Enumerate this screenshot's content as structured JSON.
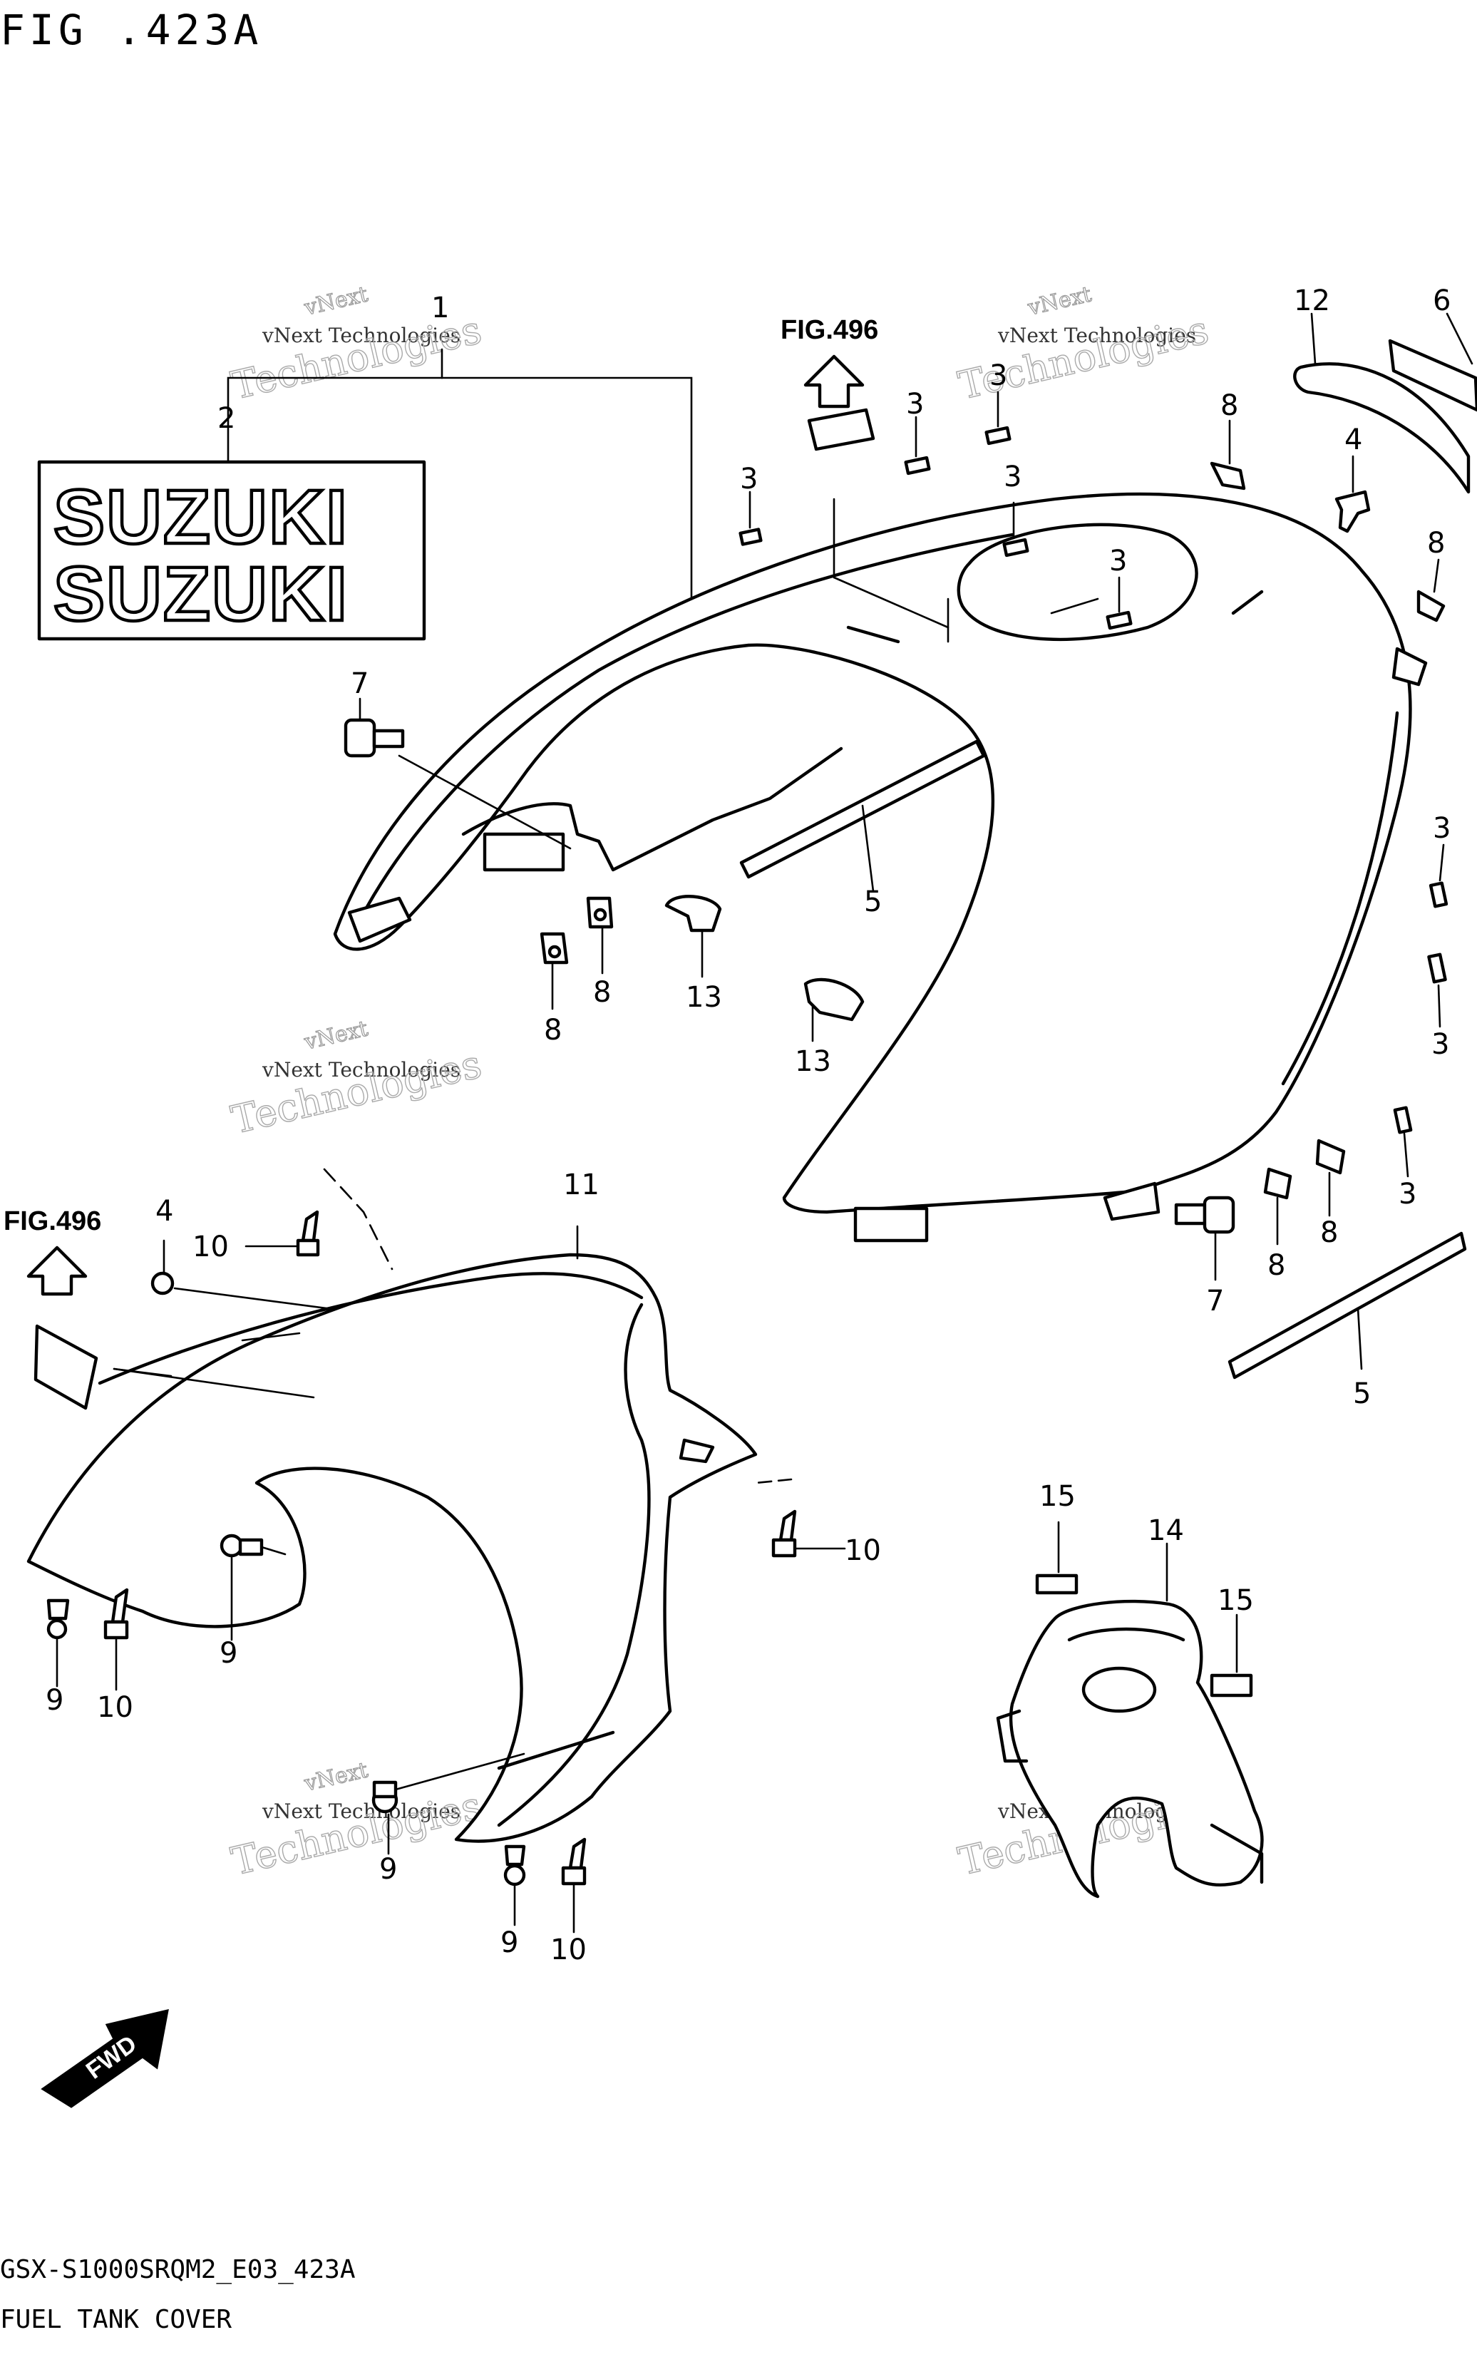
{
  "figure": {
    "title": "FIG .423A",
    "model_code": "GSX-S1000SRQM2_E03_423A",
    "caption": "FUEL TANK COVER"
  },
  "references": {
    "fig_496_top": "FIG.496",
    "fig_496_left": "FIG.496"
  },
  "decal": {
    "line_1": "SUZUKI",
    "line_2": "SUZUKI"
  },
  "direction": {
    "label": "FWD"
  },
  "watermark": {
    "brand_top": "vNext",
    "brand_line": "vNext Technologies",
    "brand_big": "Technologies"
  },
  "callouts": [
    {
      "id": "c1",
      "number": "1"
    },
    {
      "id": "c2",
      "number": "2"
    },
    {
      "id": "c3a",
      "number": "3"
    },
    {
      "id": "c3b",
      "number": "3"
    },
    {
      "id": "c3c",
      "number": "3"
    },
    {
      "id": "c3d",
      "number": "3"
    },
    {
      "id": "c3e",
      "number": "3"
    },
    {
      "id": "c3f",
      "number": "3"
    },
    {
      "id": "c3g",
      "number": "3"
    },
    {
      "id": "c3h",
      "number": "3"
    },
    {
      "id": "c4a",
      "number": "4"
    },
    {
      "id": "c4b",
      "number": "4"
    },
    {
      "id": "c5a",
      "number": "5"
    },
    {
      "id": "c5b",
      "number": "5"
    },
    {
      "id": "c6",
      "number": "6"
    },
    {
      "id": "c7a",
      "number": "7"
    },
    {
      "id": "c7b",
      "number": "7"
    },
    {
      "id": "c8a",
      "number": "8"
    },
    {
      "id": "c8b",
      "number": "8"
    },
    {
      "id": "c8c",
      "number": "8"
    },
    {
      "id": "c8d",
      "number": "8"
    },
    {
      "id": "c8e",
      "number": "8"
    },
    {
      "id": "c8f",
      "number": "8"
    },
    {
      "id": "c9a",
      "number": "9"
    },
    {
      "id": "c9b",
      "number": "9"
    },
    {
      "id": "c9c",
      "number": "9"
    },
    {
      "id": "c9d",
      "number": "9"
    },
    {
      "id": "c10a",
      "number": "10"
    },
    {
      "id": "c10b",
      "number": "10"
    },
    {
      "id": "c10c",
      "number": "10"
    },
    {
      "id": "c10d",
      "number": "10"
    },
    {
      "id": "c11",
      "number": "11"
    },
    {
      "id": "c12",
      "number": "12"
    },
    {
      "id": "c13a",
      "number": "13"
    },
    {
      "id": "c13b",
      "number": "13"
    },
    {
      "id": "c14",
      "number": "14"
    },
    {
      "id": "c15a",
      "number": "15"
    },
    {
      "id": "c15b",
      "number": "15"
    }
  ]
}
